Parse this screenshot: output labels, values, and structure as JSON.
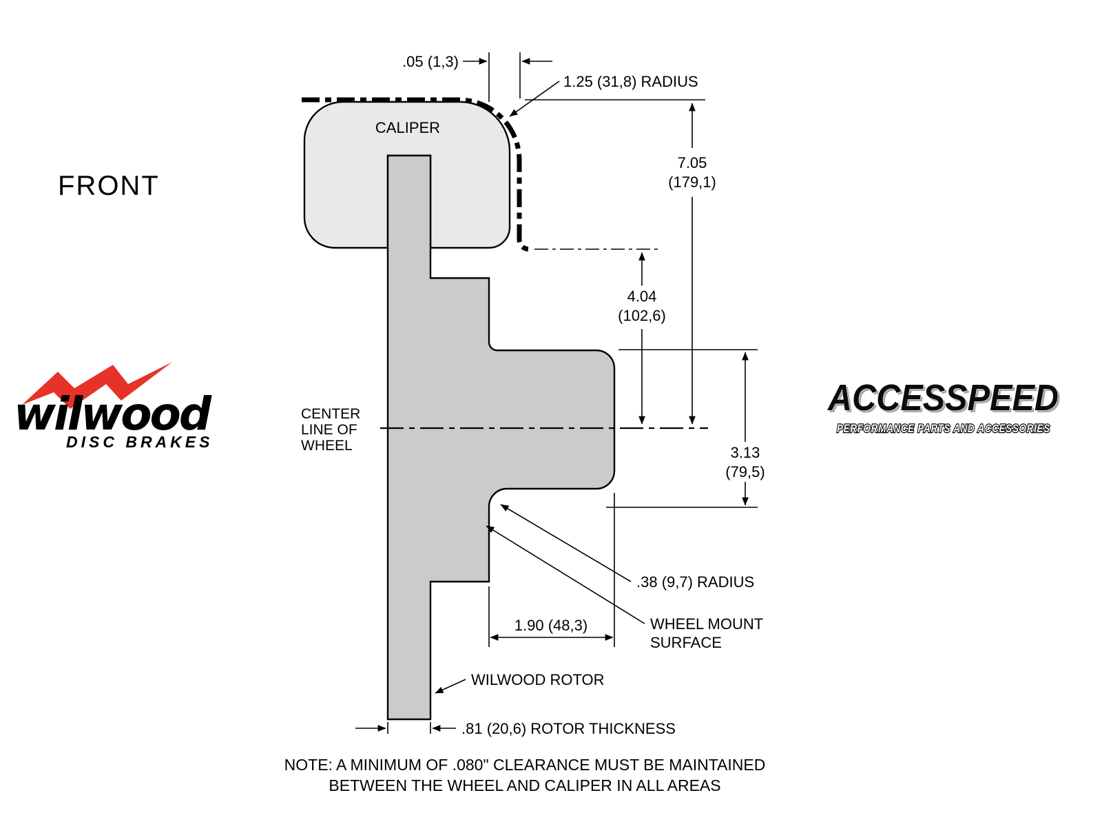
{
  "view_label": "FRONT",
  "caliper_label": "CALIPER",
  "centerline_label": [
    "CENTER",
    "LINE OF",
    "WHEEL"
  ],
  "dimensions": {
    "top_gap": ".05 (1,3)",
    "caliper_radius": "1.25 (31,8) RADIUS",
    "outer_radius": [
      "7.05",
      "(179,1)"
    ],
    "wheel_inner": [
      "4.04",
      "(102,6)"
    ],
    "mount_offset": [
      "3.13",
      "(79,5)"
    ],
    "fillet_radius": ".38 (9,7) RADIUS",
    "wheel_mount_surface": [
      "WHEEL MOUNT",
      "SURFACE"
    ],
    "flange_width": "1.90 (48,3)",
    "rotor_callout": "WILWOOD ROTOR",
    "rotor_thickness": ".81 (20,6) ROTOR THICKNESS"
  },
  "note": [
    "NOTE: A MINIMUM OF .080\" CLEARANCE MUST BE MAINTAINED",
    "BETWEEN THE WHEEL AND CALIPER IN ALL AREAS"
  ],
  "logo_left": {
    "script": "wilwood",
    "subtitle": "DISC BRAKES"
  },
  "logo_right": {
    "name": "ACCESSPEED",
    "subtitle": "PERFORMANCE PARTS AND ACCESSORIES"
  },
  "colors": {
    "caliper_fill": "#e9e9e9",
    "rotor_fill": "#c9cbcd",
    "accent_red": "#e63228",
    "line": "#000000",
    "background": "#ffffff"
  }
}
